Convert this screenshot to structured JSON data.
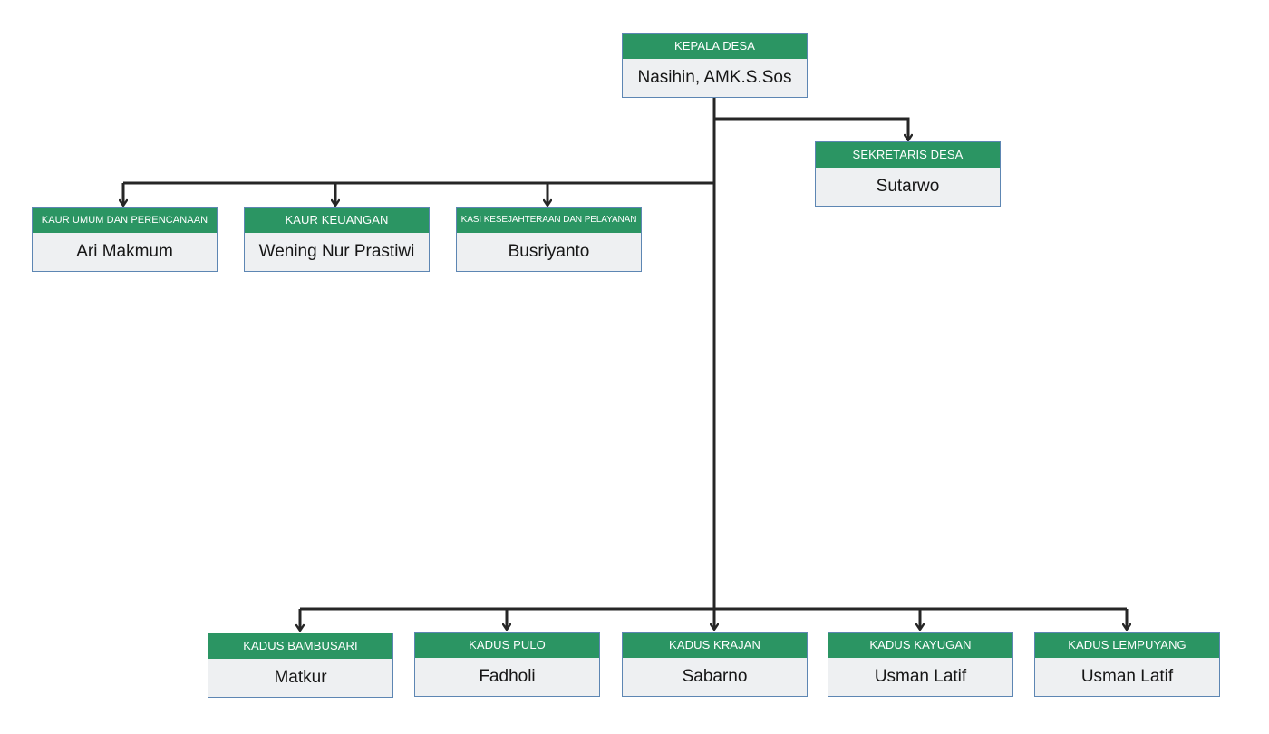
{
  "chart": {
    "nodes": {
      "kepala": {
        "role": "KEPALA DESA",
        "name": "Nasihin, AMK.S.Sos"
      },
      "sekretaris": {
        "role": "SEKRETARIS DESA",
        "name": "Sutarwo"
      },
      "kaur_umum": {
        "role": "KAUR UMUM DAN PERENCANAAN",
        "name": "Ari Makmum"
      },
      "kaur_keuangan": {
        "role": "KAUR KEUANGAN",
        "name": "Wening Nur Prastiwi"
      },
      "kasi_kesejahteraan": {
        "role": "KASI KESEJAHTERAAN DAN PELAYANAN",
        "name": "Busriyanto"
      },
      "kadus_bambusari": {
        "role": "KADUS BAMBUSARI",
        "name": "Matkur"
      },
      "kadus_pulo": {
        "role": "KADUS PULO",
        "name": "Fadholi"
      },
      "kadus_krajan": {
        "role": "KADUS KRAJAN",
        "name": "Sabarno"
      },
      "kadus_kayugan": {
        "role": "KADUS KAYUGAN",
        "name": "Usman Latif"
      },
      "kadus_lempuyang": {
        "role": "KADUS LEMPUYANG",
        "name": "Usman Latif"
      }
    },
    "colors": {
      "header": "#2b9563",
      "body": "#eef0f2",
      "border": "#5d86b3",
      "connector": "#262626"
    }
  }
}
